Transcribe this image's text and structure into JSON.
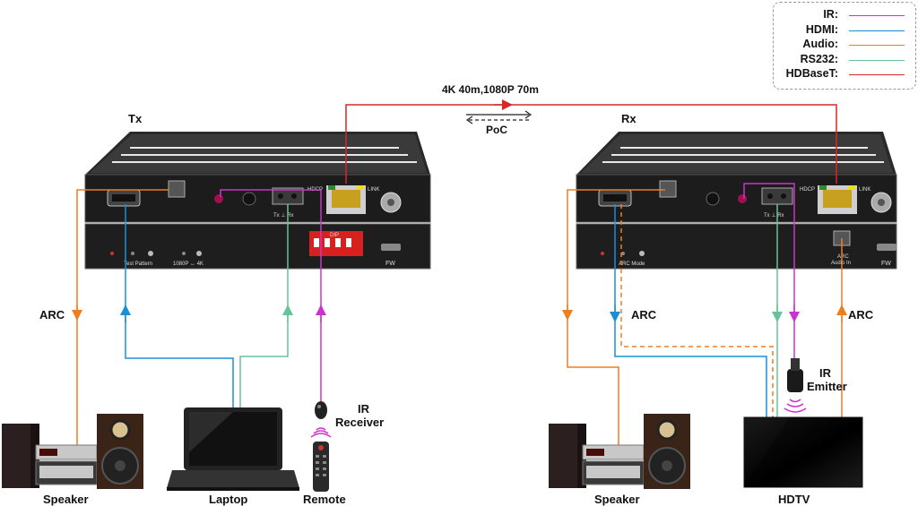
{
  "legend": {
    "items": [
      {
        "label": "IR:",
        "color": "#cc33cc"
      },
      {
        "label": "HDMI:",
        "color": "#1a8fd6"
      },
      {
        "label": "Audio:",
        "color": "#ee7d22"
      },
      {
        "label": "RS232:",
        "color": "#66c299"
      },
      {
        "label": "HDBaseT:",
        "color": "#d62828"
      }
    ]
  },
  "link": {
    "distance": "4K 40m,1080P 70m",
    "poc": "PoC"
  },
  "tx": {
    "title": "Tx",
    "hdcp": "HDCP",
    "link": "LINK",
    "tx_rx": "Tx  ⊥  Rx",
    "test_pattern": "Test Pattern",
    "res_switch": "1080P ↔ 4K",
    "dip": "DIP",
    "fw": "FW"
  },
  "rx": {
    "title": "Rx",
    "hdcp": "HDCP",
    "link": "LINK",
    "tx_rx": "Tx  ⊥  Rx",
    "arc_mode": "ARC Mode",
    "arc_audio_in": "ARC\nAudio In",
    "fw": "FW"
  },
  "labels": {
    "arc_left": "ARC",
    "arc_rx_mid": "ARC",
    "arc_rx_right": "ARC",
    "ir_receiver": "IR\nReceiver",
    "ir_emitter": "IR\nEmitter",
    "speaker_left": "Speaker",
    "laptop": "Laptop",
    "remote": "Remote",
    "speaker_right": "Speaker",
    "hdtv": "HDTV"
  }
}
